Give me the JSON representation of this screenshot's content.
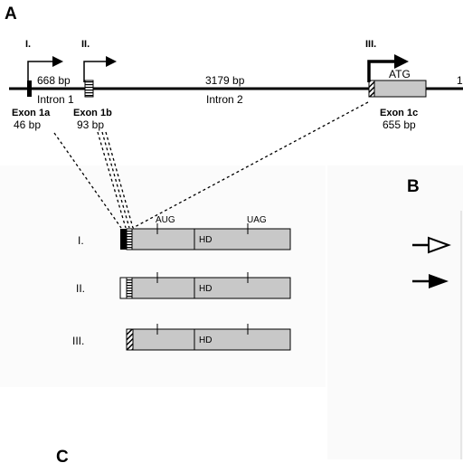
{
  "panels": {
    "a": "A",
    "b": "B",
    "c": "C"
  },
  "promoters": {
    "p1": "I.",
    "p2": "II.",
    "p3": "III."
  },
  "gene": {
    "intron1_size": "668 bp",
    "intron1_label": "Intron 1",
    "intron2_size": "3179 bp",
    "intron2_label": "Intron 2",
    "atg": "ATG",
    "exon1a_name": "Exon 1a",
    "exon1a_size": "46 bp",
    "exon1b_name": "Exon 1b",
    "exon1b_size": "93 bp",
    "exon1c_name": "Exon 1c",
    "exon1c_size": "655 bp",
    "edge_cut": "1"
  },
  "transcripts": {
    "aug": "AUG",
    "uag": "UAG",
    "rows": [
      {
        "label": "I.",
        "domain": "HD"
      },
      {
        "label": "II.",
        "domain": "HD"
      },
      {
        "label": "III.",
        "domain": "HD"
      }
    ]
  },
  "colors": {
    "exon_fill": "#c8c8c8",
    "line": "#000000"
  }
}
